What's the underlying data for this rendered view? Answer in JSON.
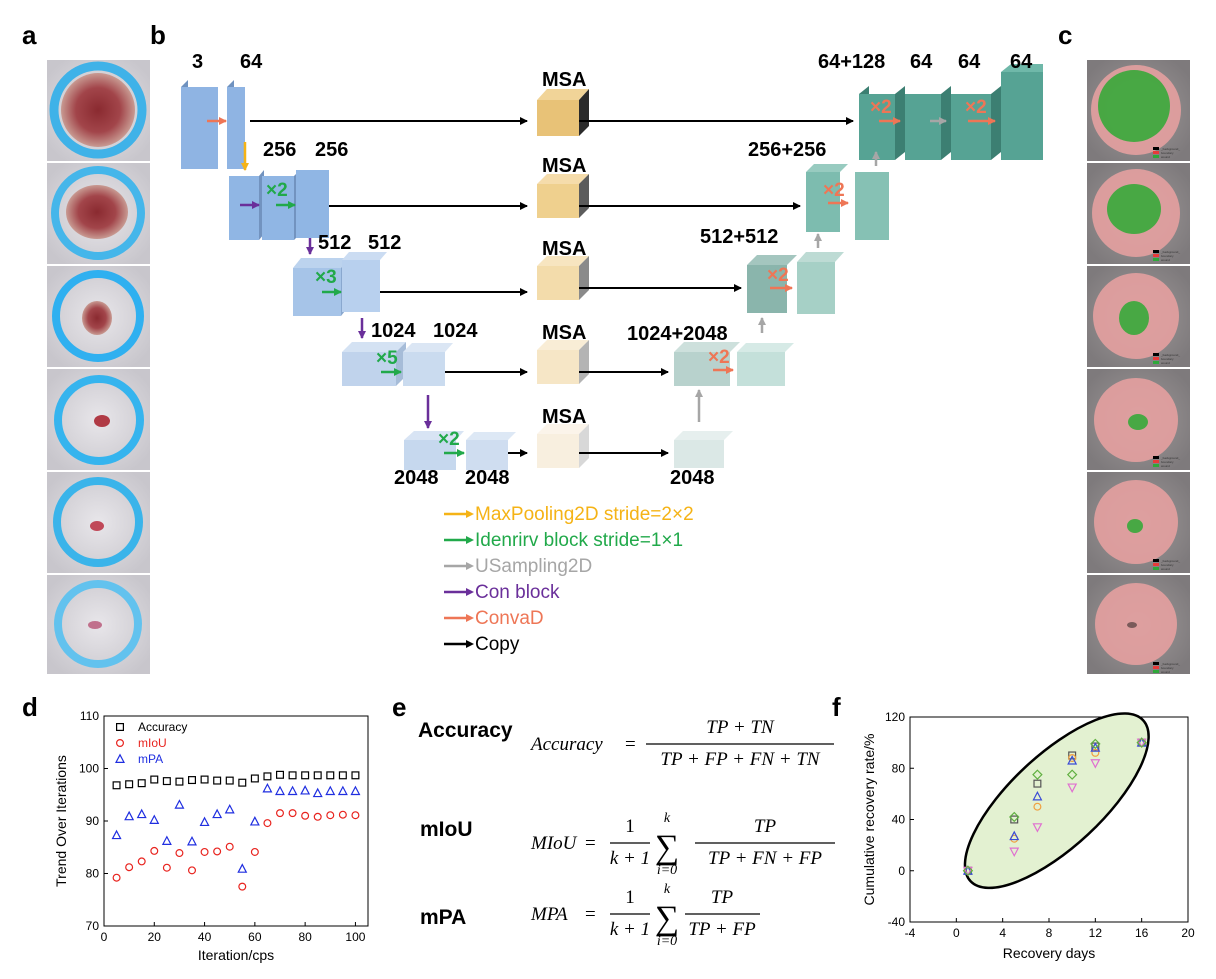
{
  "panels": {
    "a": "a",
    "b": "b",
    "c": "c",
    "d": "d",
    "e": "e",
    "f": "f"
  },
  "colors": {
    "maxpool": "#f5b316",
    "identity": "#21a94a",
    "upsample": "#a6a6a6",
    "conblock": "#6a2f9a",
    "conv": "#ee7656",
    "copy": "#000000",
    "encoder_blue": "#8fb4e3",
    "decoder_teal": "#4f9e8f",
    "msa_gold": "#e8c277"
  },
  "network": {
    "encoder_labels": {
      "in3": "3",
      "in64": "64",
      "r2a": "256",
      "r2b": "256",
      "r3a": "512",
      "r3b": "512",
      "r4a": "1024",
      "r4b": "1024",
      "r5a": "2048",
      "r5b": "2048"
    },
    "multipliers": {
      "enc2": "×2",
      "enc3": "×3",
      "enc4": "×5",
      "enc5": "×2",
      "dec1a": "×2",
      "dec1b": "×2",
      "dec2": "×2",
      "dec3": "×2",
      "dec4": "×2"
    },
    "msa_label": "MSA",
    "decoder_labels": {
      "top1": "64+128",
      "top2": "64",
      "top3": "64",
      "top4": "64",
      "d2": "256+256",
      "d3": "512+512",
      "d4": "1024+2048",
      "d5": "2048"
    },
    "legend": [
      {
        "label": "MaxPooling2D stride=2×2",
        "color": "#f5b316"
      },
      {
        "label": "Idenrirv block stride=1×1",
        "color": "#21a94a"
      },
      {
        "label": "USampling2D",
        "color": "#a6a6a6"
      },
      {
        "label": "Con block",
        "color": "#6a2f9a"
      },
      {
        "label": "ConvaD",
        "color": "#ee7656"
      },
      {
        "label": "Copy",
        "color": "#000000"
      }
    ]
  },
  "segmentation_legend": [
    "_background_",
    "boundary",
    "wound"
  ],
  "chart_data": [
    {
      "panel": "d",
      "type": "scatter",
      "xlabel": "Iteration/cps",
      "ylabel": "Trend Over Iterations",
      "xlim": [
        0,
        105
      ],
      "ylim": [
        70,
        110
      ],
      "xticks": [
        0,
        20,
        40,
        60,
        80,
        100
      ],
      "yticks": [
        70,
        80,
        90,
        100,
        110
      ],
      "legend_position": "top-left",
      "x": [
        5,
        10,
        15,
        20,
        25,
        30,
        35,
        40,
        45,
        50,
        55,
        60,
        65,
        70,
        75,
        80,
        85,
        90,
        95,
        100
      ],
      "series": [
        {
          "name": "Accuracy",
          "marker": "square",
          "color": "#000000",
          "values": [
            96.8,
            97.0,
            97.2,
            97.9,
            97.6,
            97.5,
            97.8,
            97.9,
            97.7,
            97.7,
            97.3,
            98.1,
            98.5,
            98.8,
            98.7,
            98.7,
            98.7,
            98.7,
            98.7,
            98.7
          ]
        },
        {
          "name": "mIoU",
          "marker": "circle",
          "color": "#e8231e",
          "values": [
            79.2,
            81.2,
            82.3,
            84.3,
            81.1,
            83.9,
            80.6,
            84.1,
            84.2,
            85.1,
            77.5,
            84.1,
            89.6,
            91.5,
            91.5,
            91.0,
            90.8,
            91.1,
            91.2,
            91.1
          ]
        },
        {
          "name": "mPA",
          "marker": "triangle",
          "color": "#1f2ee0",
          "values": [
            87.3,
            90.9,
            91.3,
            90.2,
            86.2,
            93.1,
            86.1,
            89.8,
            91.3,
            92.2,
            80.9,
            89.9,
            96.2,
            95.7,
            95.7,
            95.8,
            95.3,
            95.7,
            95.7,
            95.7
          ]
        }
      ]
    },
    {
      "panel": "f",
      "type": "scatter",
      "xlabel": "Recovery days",
      "ylabel": "Cumulative recovery rate/%",
      "xlim": [
        -4,
        20
      ],
      "ylim": [
        -40,
        120
      ],
      "xticks": [
        -4,
        0,
        4,
        8,
        12,
        16,
        20
      ],
      "yticks": [
        -40,
        0,
        40,
        80,
        120
      ],
      "x": [
        1,
        5,
        7,
        10,
        12,
        16
      ],
      "series": [
        {
          "marker": "square",
          "color": "#555555",
          "values": [
            0,
            40,
            68,
            90,
            97,
            100
          ]
        },
        {
          "marker": "circle",
          "color": "#f0a040",
          "values": [
            0,
            25,
            50,
            88,
            92,
            100
          ]
        },
        {
          "marker": "triangle",
          "color": "#3a4bd6",
          "values": [
            0,
            27,
            58,
            86,
            96,
            100
          ]
        },
        {
          "marker": "triangle-down",
          "color": "#e070d0",
          "values": [
            0,
            15,
            34,
            65,
            84,
            100
          ]
        },
        {
          "marker": "diamond",
          "color": "#60b040",
          "values": [
            0,
            42,
            75,
            75,
            99,
            100
          ]
        }
      ]
    }
  ],
  "equations": {
    "accuracy": {
      "name": "Accuracy",
      "lhs": "Accuracy",
      "num": "TP + TN",
      "den": "TP + FP + FN + TN"
    },
    "miou": {
      "name": "mIoU",
      "lhs": "MIoU",
      "coef_num": "1",
      "coef_den": "k + 1",
      "sum_top": "k",
      "sum_bottom": "i=0",
      "num": "TP",
      "den": "TP + FN + FP"
    },
    "mpa": {
      "name": "mPA",
      "lhs": "MPA",
      "coef_num": "1",
      "coef_den": "k + 1",
      "sum_top": "k",
      "sum_bottom": "i=0",
      "num": "TP",
      "den": "TP + FP"
    }
  }
}
